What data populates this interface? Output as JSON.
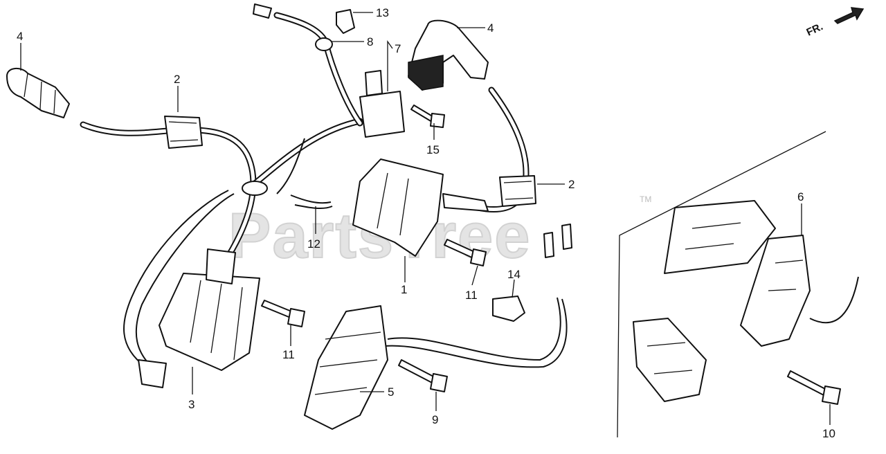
{
  "watermark": {
    "text": "PartsTree",
    "trademark": "TM"
  },
  "orientation": {
    "label": "FR."
  },
  "callouts": {
    "c1": "1",
    "c2_left": "2",
    "c2_right": "2",
    "c3": "3",
    "c4_left": "4",
    "c4_top": "4",
    "c5": "5",
    "c6": "6",
    "c7": "7",
    "c8": "8",
    "c9": "9",
    "c10": "10",
    "c11_left": "11",
    "c11_right": "11",
    "c12": "12",
    "c13": "13",
    "c14": "14",
    "c15": "15"
  }
}
